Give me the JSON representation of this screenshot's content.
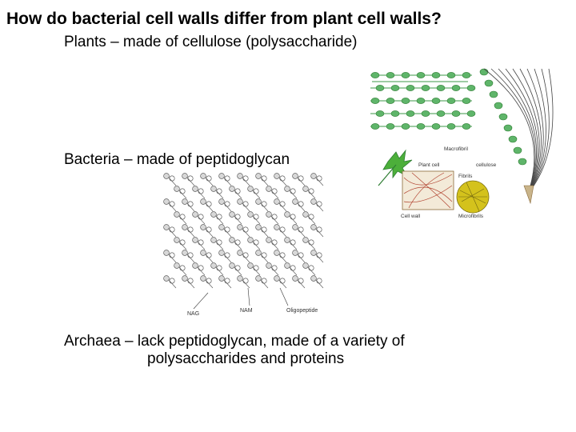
{
  "slide": {
    "title": "How do bacterial cell walls differ from plant cell walls?",
    "bullets": [
      {
        "text": "Plants – made of cellulose (polysaccharide)"
      },
      {
        "text": "Bacteria – made of peptidoglycan"
      },
      {
        "text": "Archaea – lack peptidoglycan, made of a variety of",
        "continuation": "polysaccharides and proteins"
      }
    ]
  },
  "cellulose_figure": {
    "labels": {
      "microfibril": "Plant cell",
      "fibrils": "Fibrils",
      "cellulose": "cellulose",
      "macrofibril": "Macrofibril",
      "cell_wall": "Cell wall",
      "micro_label": "Microfibrils"
    }
  },
  "peptidoglycan_figure": {
    "labels": {
      "nag": "NAG",
      "nam": "NAM",
      "oligopeptide": "Oligopeptide"
    }
  }
}
